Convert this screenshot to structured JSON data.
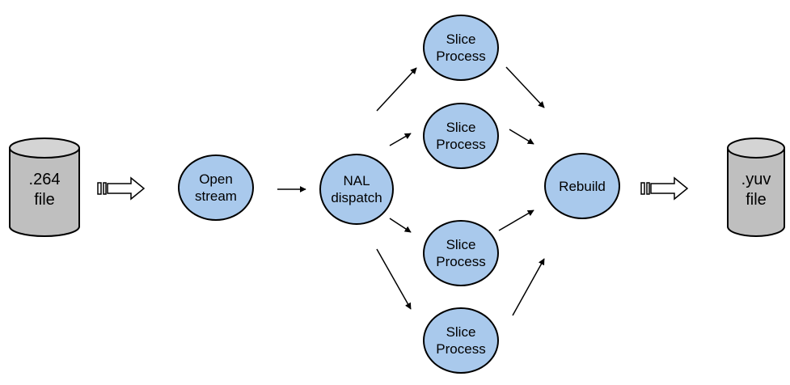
{
  "diagram": {
    "input_file": {
      "line1": ".264",
      "line2": "file"
    },
    "output_file": {
      "line1": ".yuv",
      "line2": "file"
    },
    "open_stream": {
      "line1": "Open",
      "line2": "stream"
    },
    "nal_dispatch": {
      "line1": "NAL",
      "line2": "dispatch"
    },
    "slices": [
      {
        "line1": "Slice",
        "line2": "Process"
      },
      {
        "line1": "Slice",
        "line2": "Process"
      },
      {
        "line1": "Slice",
        "line2": "Process"
      },
      {
        "line1": "Slice",
        "line2": "Process"
      }
    ],
    "rebuild": {
      "label": "Rebuild"
    }
  },
  "colors": {
    "node_fill": "#a9c9ec",
    "file_fill": "#bfbfbf",
    "outline": "#000000"
  },
  "icons": {
    "file": "cylinder-icon",
    "io_arrow": "hollow-arrow-icon",
    "flow_arrow": "arrow-icon"
  }
}
